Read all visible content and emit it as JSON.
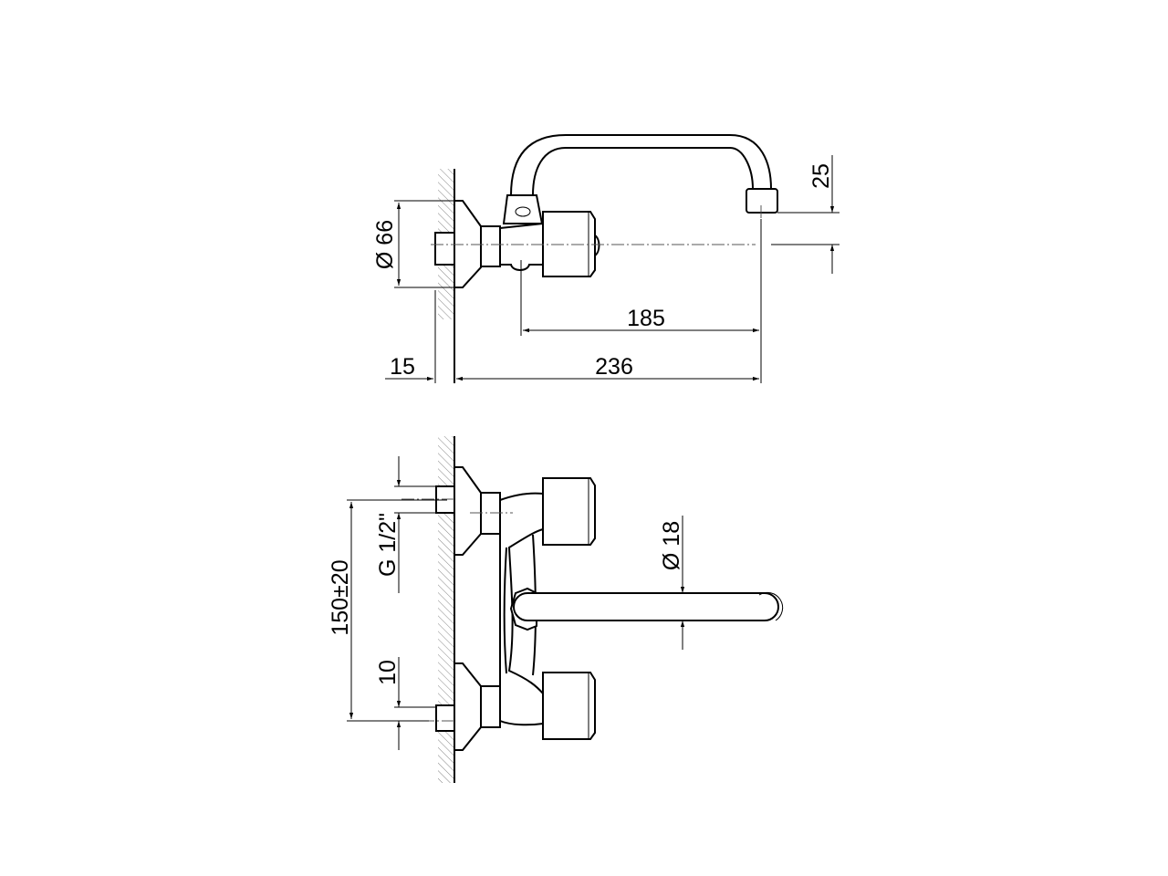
{
  "side_view": {
    "dimensions": {
      "flange_diameter": "Ø 66",
      "spout_drop": "25",
      "spout_reach": "185",
      "overall_projection": "236",
      "wall_offset": "15"
    }
  },
  "front_view": {
    "dimensions": {
      "inlet_spacing": "150±20",
      "thread": "G 1/2\"",
      "offset": "10",
      "spout_diameter": "Ø 18"
    }
  }
}
